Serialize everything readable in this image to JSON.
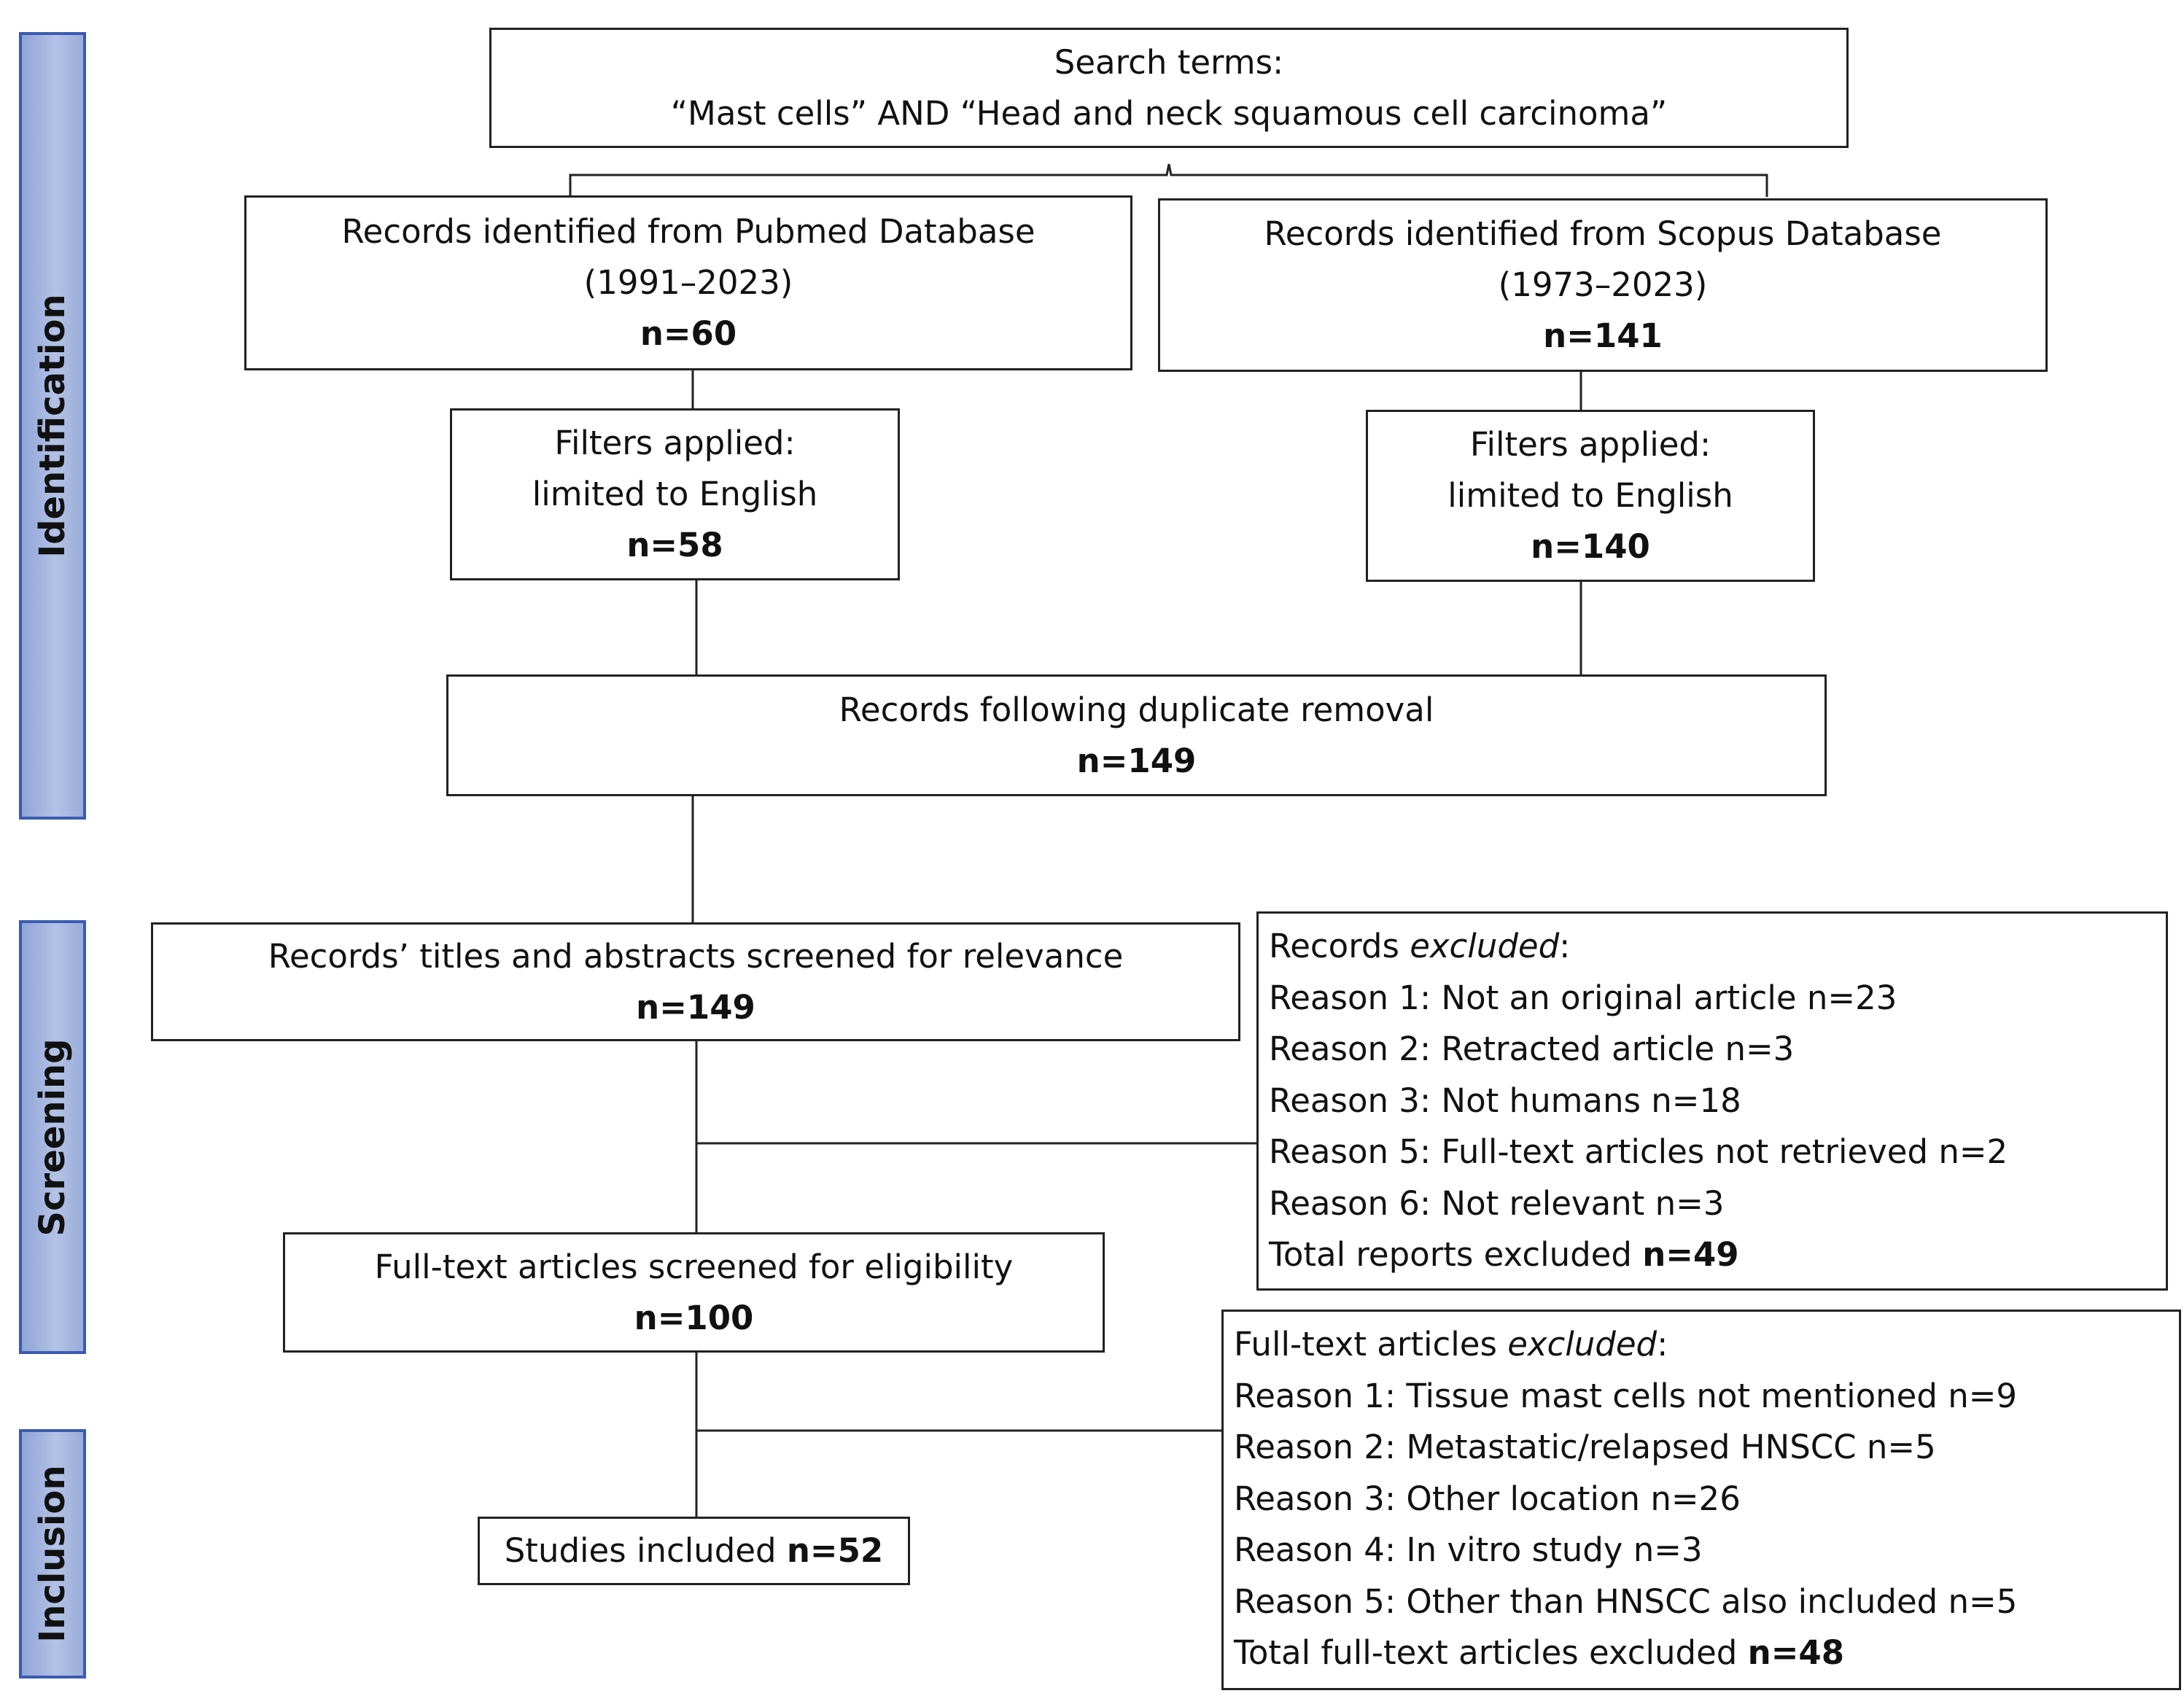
{
  "stages": {
    "identification": "Identification",
    "screening": "Screening",
    "inclusion": "Inclusion"
  },
  "search": {
    "line1": "Search terms:",
    "line2": "“Mast cells” AND “Head and neck squamous cell carcinoma”"
  },
  "pubmed": {
    "line1": "Records identified from Pubmed Database",
    "line2": "(1991–2023)",
    "n": "n=60"
  },
  "scopus": {
    "line1": "Records identified from Scopus Database",
    "line2": "(1973–2023)",
    "n": "n=141"
  },
  "filters_left": {
    "line1": "Filters applied:",
    "line2": "limited to English",
    "n": "n=58"
  },
  "filters_right": {
    "line1": "Filters applied:",
    "line2": "limited to English",
    "n": "n=140"
  },
  "duplicates": {
    "line1": "Records following duplicate removal",
    "n": "n=149"
  },
  "screened": {
    "line1": "Records’ titles and abstracts screened for relevance",
    "n": "n=149"
  },
  "excluded_records": {
    "title_prefix": "Records ",
    "title_italic": "excluded",
    "title_suffix": ":",
    "reasons": [
      "Reason 1: Not an original article n=23",
      "Reason 2: Retracted article n=3",
      "Reason 3: Not humans n=18",
      "Reason 5: Full-text articles not retrieved n=2",
      "Reason 6: Not relevant n=3"
    ],
    "total_label": "Total reports excluded ",
    "total_n": "n=49"
  },
  "eligibility": {
    "line1": "Full-text articles screened for eligibility",
    "n": "n=100"
  },
  "excluded_fulltext": {
    "title_prefix": "Full-text articles ",
    "title_italic": "excluded",
    "title_suffix": ":",
    "reasons": [
      "Reason 1: Tissue mast cells not mentioned n=9",
      "Reason 2: Metastatic/relapsed HNSCC n=5",
      "Reason 3: Other location n=26",
      "Reason 4: In vitro study n=3",
      "Reason 5: Other than HNSCC also included n=5"
    ],
    "total_label": "Total full-text articles excluded ",
    "total_n": "n=48"
  },
  "included": {
    "label": "Studies included ",
    "n": "n=52"
  }
}
